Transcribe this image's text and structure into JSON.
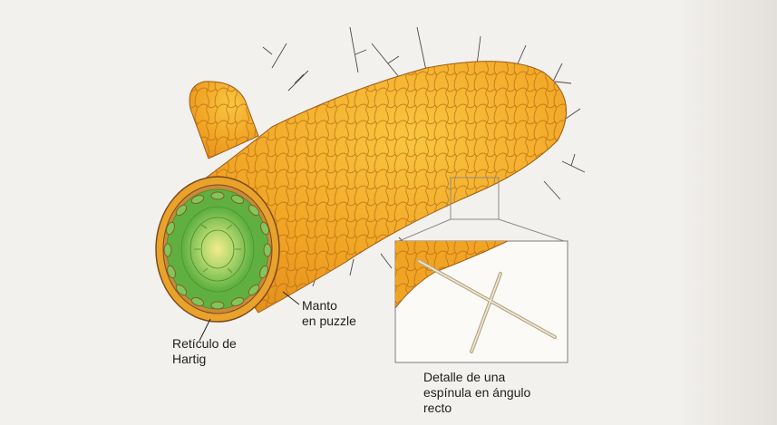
{
  "labels": {
    "manto_line1": "Manto",
    "manto_line2": "en puzzle",
    "hartig_line1": "Retículo de",
    "hartig_line2": "Hartig",
    "detail_line1": "Detalle de una",
    "detail_line2": "espínula en ángulo",
    "detail_line3": "recto"
  },
  "colors": {
    "background": "#f3f1ee",
    "mantle_orange": "#f0a020",
    "mantle_highlight": "#f8c23a",
    "cell_lines": "#b56a12",
    "cortex_green": "#5fb040",
    "core_yellow": "#e6e070",
    "outline": "#7a4a1e",
    "inset_border": "#7c7c7c",
    "spine": "#d8cdb0",
    "hypha": "#4a4a4a"
  }
}
